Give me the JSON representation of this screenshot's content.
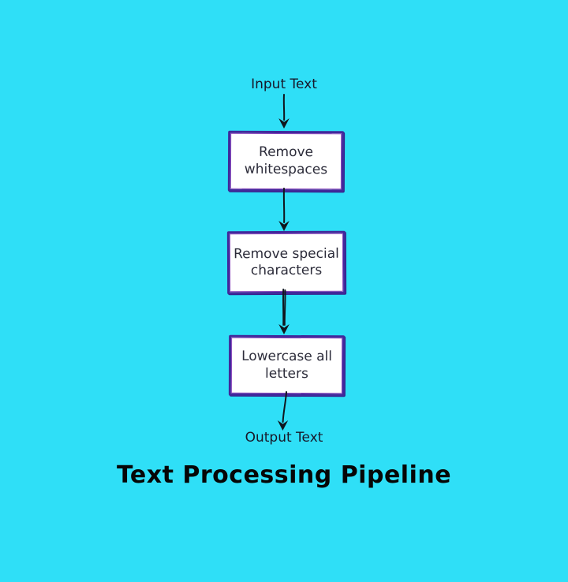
{
  "diagram": {
    "title": "Text Processing Pipeline",
    "input_label": "Input Text",
    "output_label": "Output Text",
    "nodes": [
      {
        "label": "Remove whitespaces",
        "lines": [
          "Remove",
          "whitespaces"
        ]
      },
      {
        "label": "Remove special characters",
        "lines": [
          "Remove special",
          "characters"
        ]
      },
      {
        "label": "Lowercase all letters",
        "lines": [
          "Lowercase all",
          "letters"
        ]
      }
    ],
    "colors": {
      "background": "#2fdff7",
      "node_fill": "#ffffff",
      "node_border_outer": "#41299b",
      "node_border_inner": "#8a46bc",
      "arrow": "#10161e",
      "node_text": "#2c2c3a",
      "label_text": "#18182a",
      "title_text": "#060606"
    }
  }
}
